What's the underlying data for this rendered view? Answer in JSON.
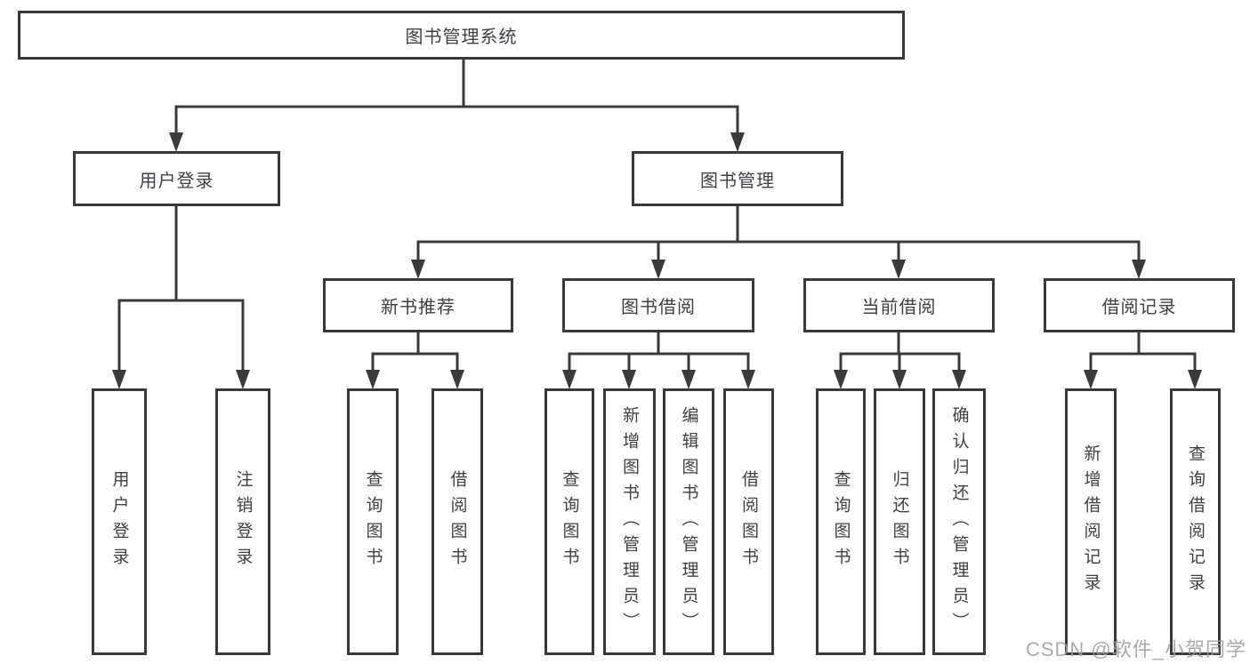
{
  "tree": {
    "root": {
      "label": "图书管理系统"
    },
    "branches": [
      {
        "label": "用户登录",
        "children": [
          {
            "label": "用户登录"
          },
          {
            "label": "注销登录"
          }
        ]
      },
      {
        "label": "图书管理",
        "groups": [
          {
            "label": "新书推荐",
            "children": [
              {
                "label": "查询图书"
              },
              {
                "label": "借阅图书"
              }
            ]
          },
          {
            "label": "图书借阅",
            "children": [
              {
                "label": "查询图书"
              },
              {
                "label": "新增图书（管理员）"
              },
              {
                "label": "编辑图书（管理员）"
              },
              {
                "label": "借阅图书"
              }
            ]
          },
          {
            "label": "当前借阅",
            "children": [
              {
                "label": "查询图书"
              },
              {
                "label": "归还图书"
              },
              {
                "label": "确认归还（管理员）"
              }
            ]
          },
          {
            "label": "借阅记录",
            "children": [
              {
                "label": "新增借阅记录"
              },
              {
                "label": "查询借阅记录"
              }
            ]
          }
        ]
      }
    ]
  },
  "watermark": {
    "text": "CSDN @软件_小贺同学"
  },
  "colors": {
    "line": "#3a3a3a",
    "text": "#3f4046",
    "background": "#ffffff",
    "watermark": "#9e9e9e"
  }
}
